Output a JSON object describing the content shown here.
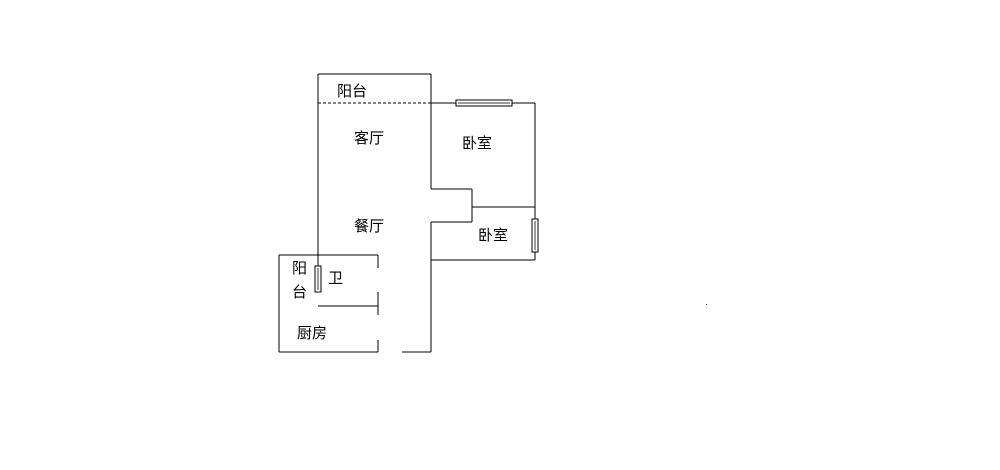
{
  "floor_plan": {
    "rooms": {
      "balcony_top": "阳台",
      "living_room": "客厅",
      "bedroom_1": "卧室",
      "dining_room": "餐厅",
      "bedroom_2": "卧室",
      "balcony_side_line1": "阳",
      "balcony_side_line2": "台",
      "bathroom": "卫",
      "kitchen": "厨房"
    }
  }
}
